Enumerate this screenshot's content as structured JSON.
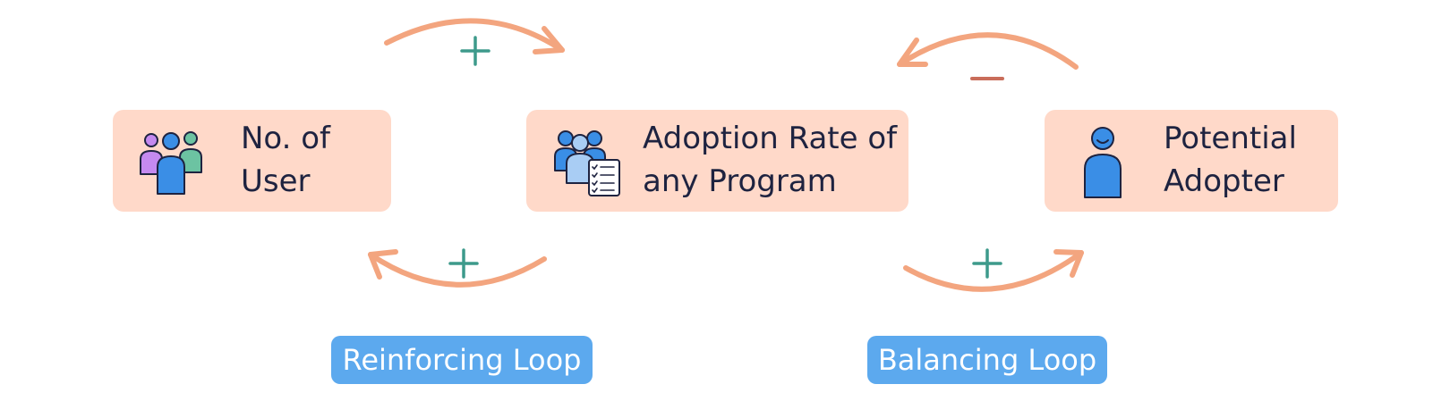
{
  "nodes": {
    "users": {
      "line1": "No. of",
      "line2": "User",
      "icon": "users-group-icon"
    },
    "adoption_rate": {
      "line1": "Adoption Rate of",
      "line2": "any Program",
      "icon": "users-checklist-icon"
    },
    "potential_adopter": {
      "line1": "Potential",
      "line2": "Adopter",
      "icon": "person-icon"
    }
  },
  "loops": {
    "reinforcing": "Reinforcing Loop",
    "balancing": "Balancing Loop"
  },
  "edges": [
    {
      "from": "No. of User",
      "to": "Adoption Rate of any Program",
      "polarity": "+"
    },
    {
      "from": "Adoption Rate of any Program",
      "to": "No. of User",
      "polarity": "+"
    },
    {
      "from": "Potential Adopter",
      "to": "Adoption Rate of any Program",
      "polarity": "-"
    },
    {
      "from": "Adoption Rate of any Program",
      "to": "Potential Adopter",
      "polarity": "+"
    }
  ],
  "colors": {
    "node_fill": "#ffd9c9",
    "arrow": "#f3a57f",
    "plus_sign": "#3d9a8b",
    "minus_sign": "#c96d5a",
    "loop_badge": "#5ca9ee",
    "text": "#1e2340",
    "icon_blue": "#3a8ee6",
    "icon_purple": "#c58af0",
    "icon_green": "#6cc3a2"
  }
}
